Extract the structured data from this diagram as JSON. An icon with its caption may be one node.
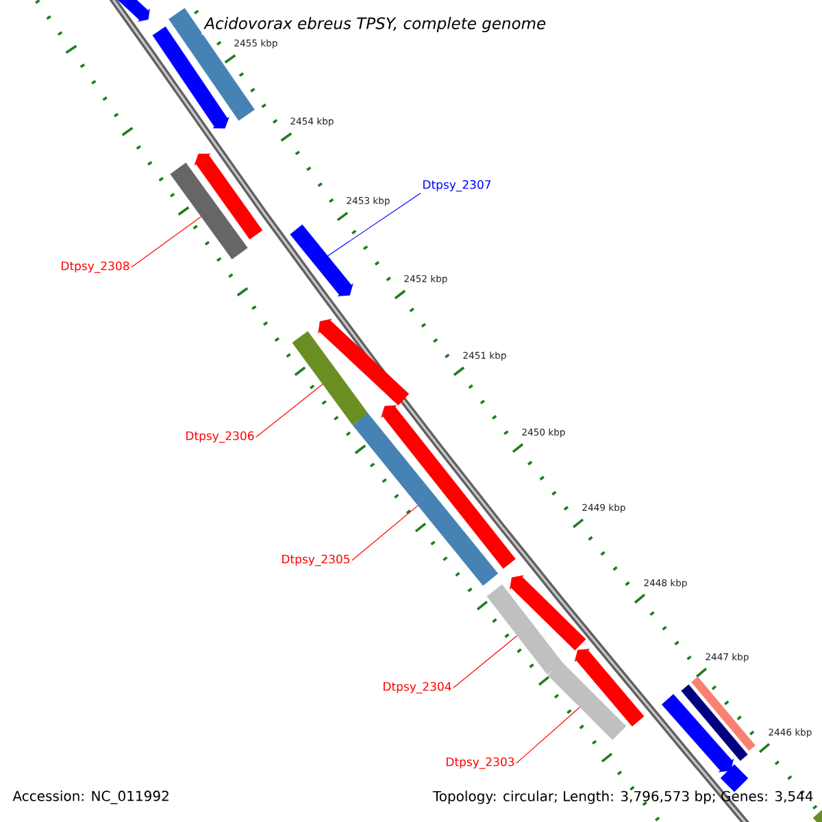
{
  "diagram": {
    "title": "Acidovorax ebreus TPSY, complete genome",
    "nodes": [
      {
        "text": [],
        "shape": "arrow"
      },
      {
        "text": [],
        "shape": "bar"
      },
      {
        "text": [],
        "shape": "arrow"
      },
      {
        "text": [],
        "shape": "arrow"
      },
      {
        "text": [],
        "shape": "bar"
      },
      {
        "text": [
          "Dtpsy_2307"
        ]
      },
      {
        "text": [],
        "shape": "arrow"
      },
      {
        "text": [
          "Dtpsy_2308"
        ]
      },
      {
        "text": [],
        "shape": "arrow"
      },
      {
        "text": [],
        "shape": "bar"
      },
      {
        "text": [],
        "shape": "bar"
      },
      {
        "text": [],
        "shape": "arrow"
      },
      {
        "text": [
          "Dtpsy_2306"
        ]
      },
      {
        "text": [
          "Dtpsy_2305"
        ]
      },
      {
        "text": [],
        "shape": "arrow"
      },
      {
        "text": [],
        "shape": "bar"
      },
      {
        "text": [],
        "shape": "arrow"
      },
      {
        "text": [],
        "shape": "bar"
      },
      {
        "text": [],
        "shape": "bar"
      },
      {
        "text": [],
        "shape": "bar"
      },
      {
        "text": [
          "Dtpsy_2304"
        ]
      },
      {
        "text": [],
        "shape": "arrow"
      },
      {
        "text": [
          "Dtpsy_2303"
        ]
      },
      {
        "text": [],
        "shape": "bar"
      },
      {
        "text": [],
        "shape": "bar"
      }
    ],
    "edges": [
      {
        "from": 5,
        "to": 6,
        "arrow": "none",
        "color": "#0000ff"
      },
      {
        "from": 7,
        "to": 4,
        "arrow": "none"
      },
      {
        "from": 12,
        "to": 9,
        "arrow": "none"
      },
      {
        "from": 13,
        "to": 10,
        "arrow": "none"
      },
      {
        "from": 20,
        "to": 15,
        "arrow": "none"
      },
      {
        "from": 22,
        "to": 17,
        "arrow": "none"
      }
    ],
    "labels": [
      "2455 kbp",
      "2454 kbp",
      "2453 kbp",
      "2452 kbp",
      "2451 kbp",
      "2450 kbp",
      "2449 kbp",
      "2448 kbp",
      "2447 kbp",
      "2446 kbp",
      "Accession: NC_011992",
      "Topology: circular; Length: 3,796,573 bp; Genes: 3,544"
    ]
  }
}
